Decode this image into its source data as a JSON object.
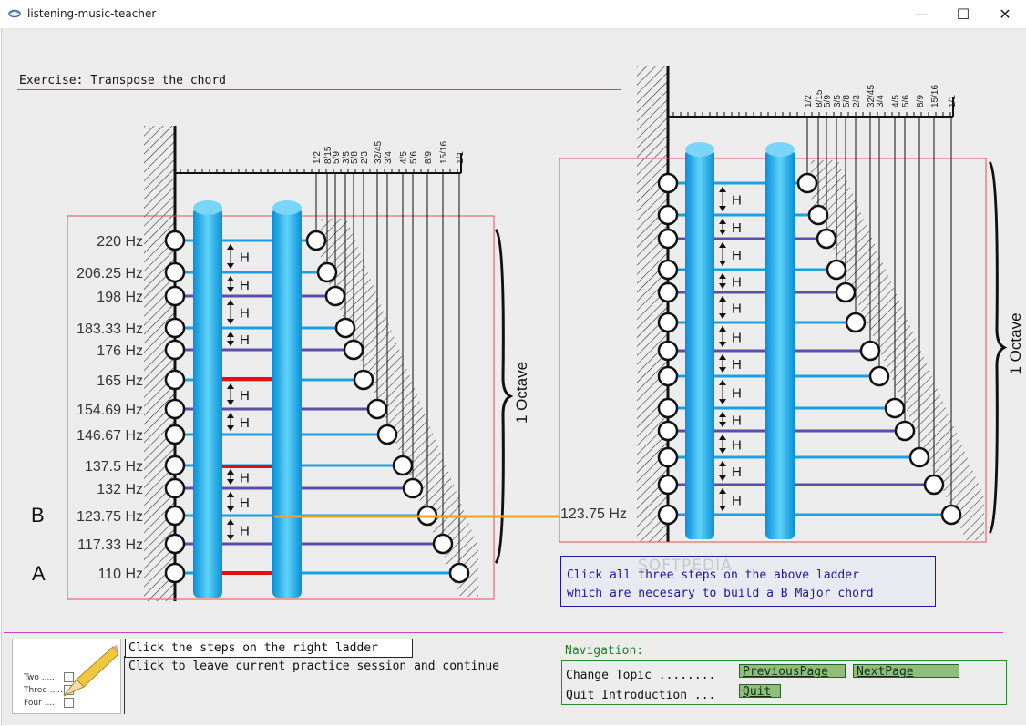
{
  "window": {
    "title": "listening-music-teacher",
    "minimize_glyph": "—",
    "maximize_glyph": "☐",
    "close_glyph": "✕"
  },
  "exercise": {
    "title": "Exercise: Transpose the chord"
  },
  "left_ladder": {
    "frequencies": [
      "220 Hz",
      "206.25 Hz",
      "198 Hz",
      "183.33 Hz",
      "176 Hz",
      "165 Hz",
      "154.69 Hz",
      "146.67 Hz",
      "137.5 Hz",
      "132 Hz",
      "123.75 Hz",
      "117.33 Hz",
      "110 Hz"
    ],
    "ratios": [
      "1/2",
      "8/15",
      "5/9",
      "3/5",
      "5/8",
      "2/3",
      "32/45",
      "3/4",
      "4/5",
      "5/6",
      "8/9",
      "15/16",
      "1/1"
    ],
    "step_label": "H",
    "octave_label": "1 Octave",
    "marker_b": "B",
    "marker_a": "A"
  },
  "right_ladder": {
    "ratios": [
      "1/2",
      "8/15",
      "5/9",
      "3/5",
      "5/8",
      "2/3",
      "32/45",
      "3/4",
      "4/5",
      "5/6",
      "8/9",
      "15/16",
      "1/1"
    ],
    "step_label": "H",
    "octave_label": "1 Octave",
    "base_frequency": "123.75 Hz"
  },
  "instructions": {
    "line1": "Click all three steps on the above ladder",
    "line2": "which are necesary to build a B Major chord"
  },
  "watermark": "SOFTPEDIA",
  "thumbnail": {
    "rows": [
      "Two .....",
      "Three .....",
      "Four ....."
    ]
  },
  "messages": {
    "line1": "Click the steps on the right ladder",
    "line2": "Click to leave current practice session and continue"
  },
  "navigation": {
    "label": "Navigation:",
    "change_topic": "Change Topic ........",
    "quit_intro": "Quit Introduction ...",
    "previous": "PreviousPage",
    "next": "NextPage",
    "quit": "Quit"
  },
  "colors": {
    "cyan_step": "#1aa0e0",
    "purple_step": "#5a4ea8",
    "red_half": "#e01010",
    "orange_link": "#f0a020",
    "frame_red": "#e05050"
  }
}
